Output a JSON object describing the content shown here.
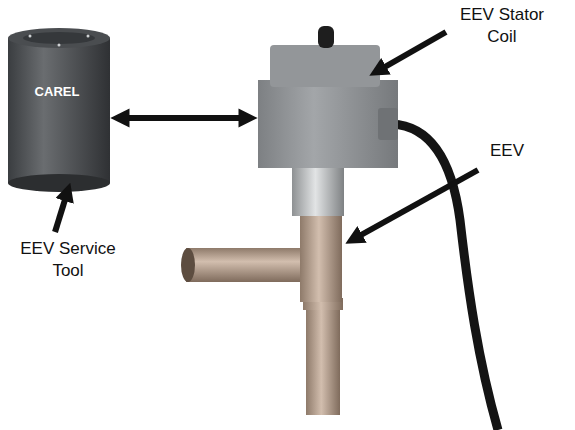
{
  "diagram": {
    "labels": [
      "EEV Stator Coil",
      "EEV",
      "EEV Service Tool",
      "CAREL"
    ]
  }
}
